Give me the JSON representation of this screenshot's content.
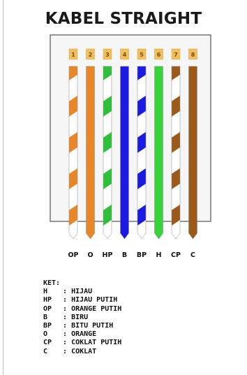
{
  "title": "KABEL STRAIGHT",
  "pins": [
    {
      "number": "1",
      "label": "OP",
      "base": "#ffffff",
      "stripe": "#e8872a",
      "striped": true
    },
    {
      "number": "2",
      "label": "O",
      "base": "#e8872a",
      "stripe": "#e8872a",
      "striped": false
    },
    {
      "number": "3",
      "label": "HP",
      "base": "#ffffff",
      "stripe": "#2fbf3a",
      "striped": true
    },
    {
      "number": "4",
      "label": "B",
      "base": "#1a1ae0",
      "stripe": "#1a1ae0",
      "striped": false
    },
    {
      "number": "5",
      "label": "BP",
      "base": "#ffffff",
      "stripe": "#1a1ae0",
      "striped": true
    },
    {
      "number": "6",
      "label": "H",
      "base": "#3ad23a",
      "stripe": "#3ad23a",
      "striped": false
    },
    {
      "number": "7",
      "label": "CP",
      "base": "#ffffff",
      "stripe": "#9a5a1a",
      "striped": true
    },
    {
      "number": "8",
      "label": "C",
      "base": "#9a5a1a",
      "stripe": "#9a5a1a",
      "striped": false
    }
  ],
  "colors": {
    "connector_bg": "#f6f6f6",
    "connector_border": "#777777",
    "pin_contact": "#f0c060"
  },
  "legend": {
    "header": "KET:",
    "items": [
      {
        "code": "H",
        "sep": ":",
        "text": "HIJAU"
      },
      {
        "code": "HP",
        "sep": ":",
        "text": "HIJAU PUTIH"
      },
      {
        "code": "OP",
        "sep": ":",
        "text": "ORANGE PUTIH"
      },
      {
        "code": "B",
        "sep": ":",
        "text": "BIRU"
      },
      {
        "code": "BP",
        "sep": ":",
        "text": "BITU PUTIH"
      },
      {
        "code": "O",
        "sep": ":",
        "text": "ORANGE"
      },
      {
        "code": "CP",
        "sep": ":",
        "text": "COKLAT PUTIH"
      },
      {
        "code": "C",
        "sep": ":",
        "text": "COKLAT"
      }
    ]
  }
}
